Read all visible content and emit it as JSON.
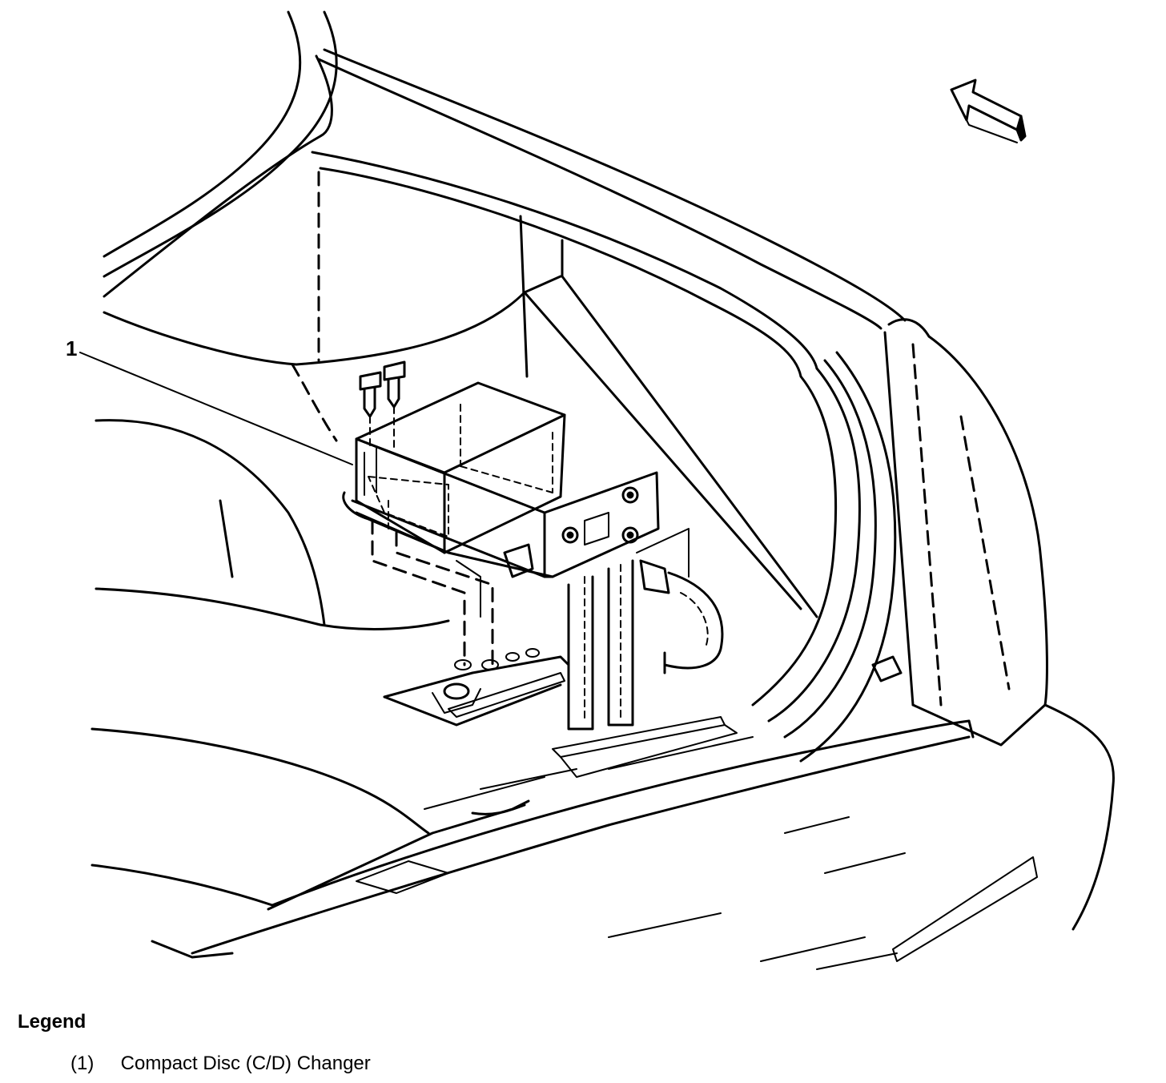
{
  "diagram": {
    "callouts": [
      {
        "id": "1",
        "label": "1"
      }
    ],
    "direction_arrow_icon": "arrow-icon"
  },
  "legend": {
    "title": "Legend",
    "items": [
      {
        "number": "(1)",
        "text": "Compact Disc (C/D) Changer"
      }
    ]
  }
}
